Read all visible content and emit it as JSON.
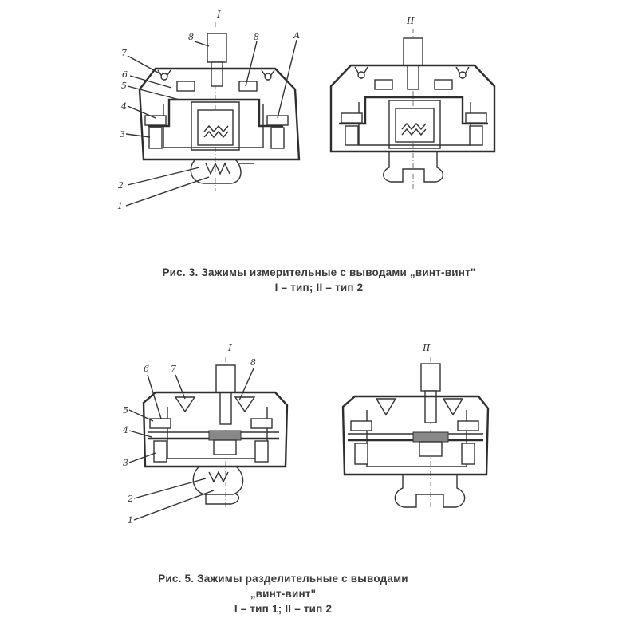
{
  "figure3": {
    "caption_line1": "Рис. 3. Зажимы измерительные с выводами „винт-винт\"",
    "caption_line2": "I – тип; II – тип 2",
    "view_labels": [
      "I",
      "II"
    ],
    "part_labels": [
      "7",
      "6",
      "5",
      "4",
      "3",
      "2",
      "1",
      "8",
      "8",
      "А"
    ]
  },
  "figure5": {
    "caption_line1": "Рис. 5.  Зажимы разделительные с выводами",
    "caption_line2": "„винт-винт\"",
    "caption_line3": "I – тип 1; II – тип 2",
    "view_labels": [
      "I",
      "II"
    ],
    "part_labels": [
      "6",
      "7",
      "8",
      "5",
      "4",
      "3",
      "2",
      "1"
    ]
  }
}
